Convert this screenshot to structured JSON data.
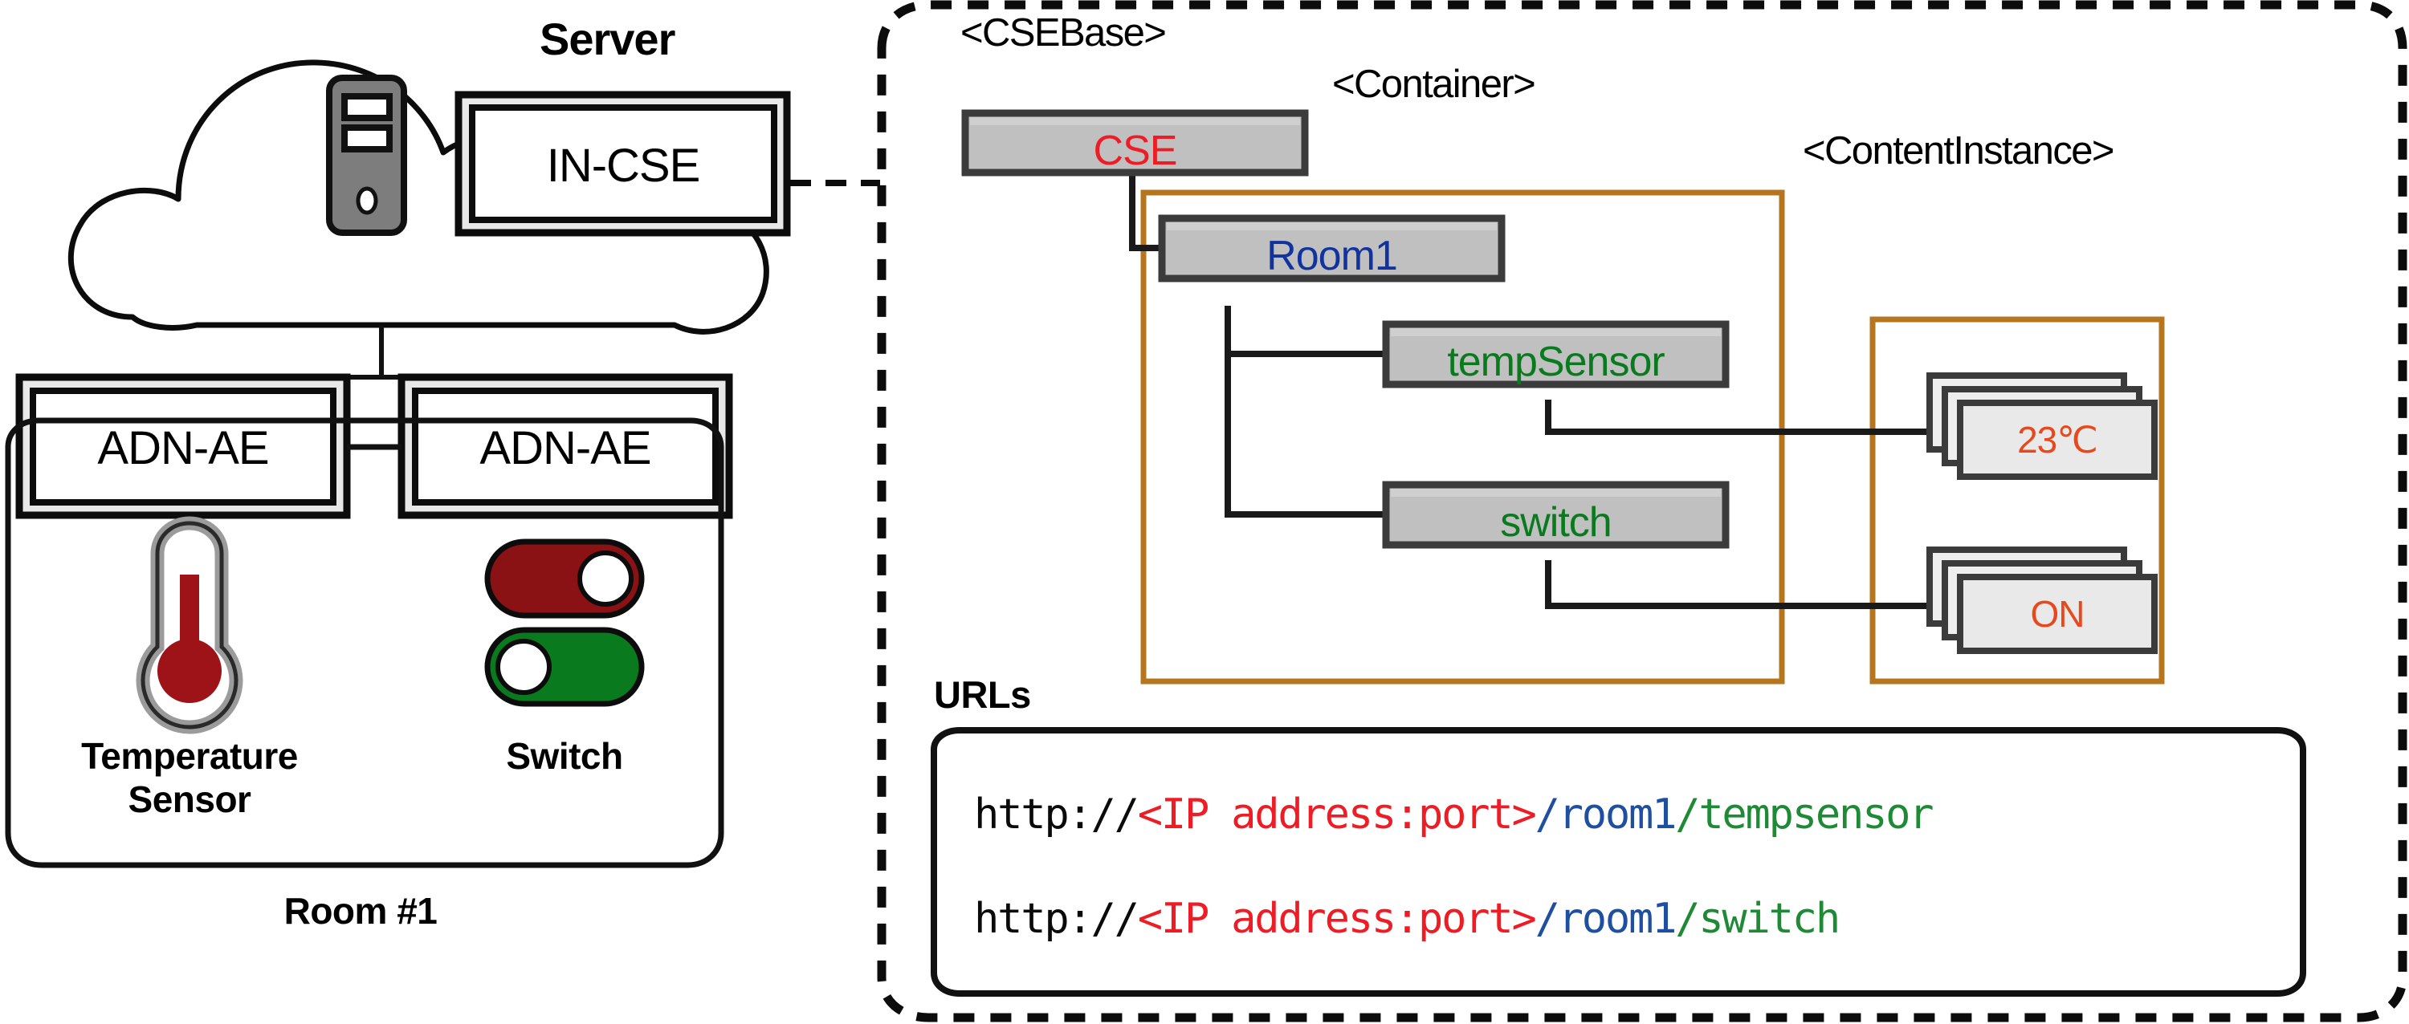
{
  "left_panel": {
    "server_label": "Server",
    "cloud_node_label": "IN-CSE",
    "ae_nodes": [
      {
        "label": "ADN-AE"
      },
      {
        "label": "ADN-AE"
      }
    ],
    "devices": [
      {
        "name": "thermometer-icon",
        "caption_line1": "Temperature",
        "caption_line2": "Sensor"
      },
      {
        "name": "toggle-switch-icon",
        "caption_line1": "Switch",
        "caption_line2": ""
      }
    ],
    "room_caption": "Room #1",
    "switch_states": [
      {
        "state": "off",
        "color": "#8b1214"
      },
      {
        "state": "on",
        "color": "#0a7a1e"
      }
    ]
  },
  "right_panel": {
    "group_labels": {
      "csebase": "<CSEBase>",
      "container": "<Container>",
      "contentinstance": "<ContentInstance>"
    },
    "tree": {
      "cse": {
        "label": "CSE",
        "color": "#ee1c24"
      },
      "room": {
        "label": "Room1",
        "color": "#11339e"
      },
      "children": [
        {
          "label": "tempSensor",
          "color": "#0a7a1e"
        },
        {
          "label": "switch",
          "color": "#0a7a1e"
        }
      ]
    },
    "content_instances": [
      {
        "label": "23℃",
        "color": "#e8491c",
        "stack": 3
      },
      {
        "label": "ON",
        "color": "#e8491c",
        "stack": 3
      }
    ],
    "urls_title": "URLs",
    "urls": [
      {
        "scheme": "http://",
        "host": "<IP address:port>",
        "path1": "/room1",
        "path2": "/tempsensor"
      },
      {
        "scheme": "http://",
        "host": "<IP address:port>",
        "path1": "/room1",
        "path2": "/switch"
      }
    ]
  },
  "colors": {
    "node_fill": "#c0c0c0",
    "node_border": "#3b3b3b",
    "group_border": "#b5761e",
    "ci_fill": "#e9e9e9",
    "panel_border": "#000000"
  }
}
